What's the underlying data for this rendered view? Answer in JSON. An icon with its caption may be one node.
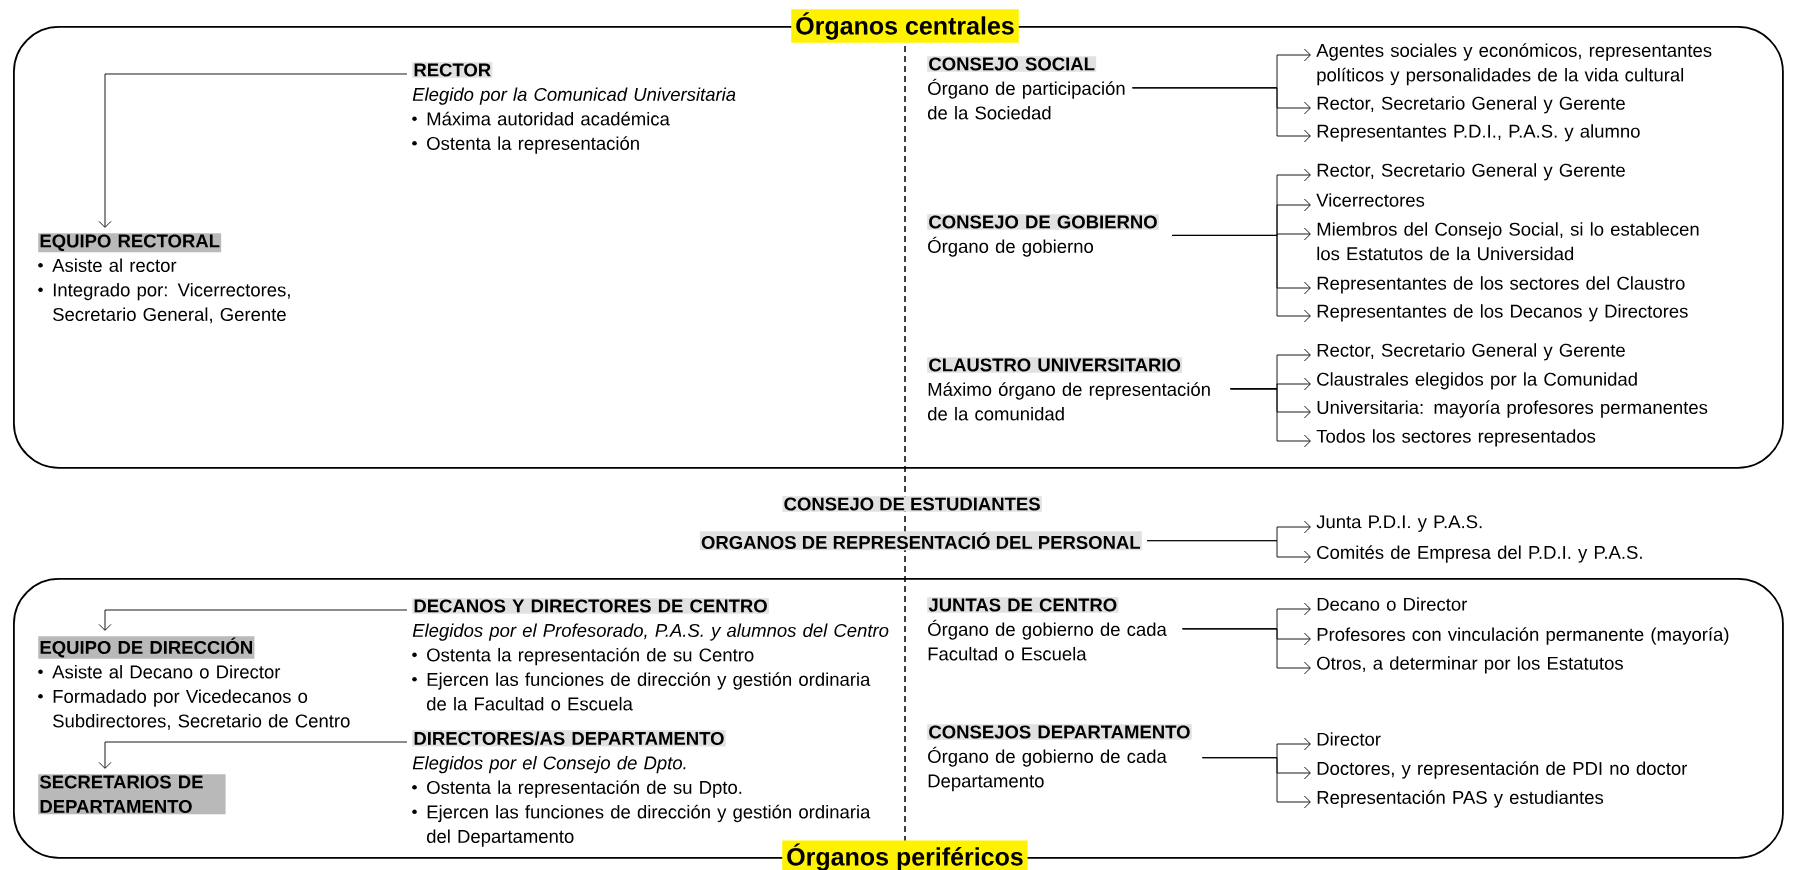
{
  "diagram": {
    "nodes": [
      {
        "text": [
          "Órganos centrales"
        ]
      },
      {
        "text": [
          "RECTOR",
          "Elegido por la Comunicad Universitaria",
          "Máxima autoridad académica",
          "Ostenta la representación"
        ],
        "in": 0
      },
      {
        "text": [
          "EQUIPO RECTORAL",
          "Asiste al rector",
          "Integrado por: Vicerrectores, Secretario General, Gerente"
        ],
        "in": 0
      },
      {
        "text": [
          "CONSEJO SOCIAL",
          "Órgano de participación de la Sociedad"
        ],
        "in": 0
      },
      {
        "text": [
          "Agentes sociales y económicos, representantes políticos y personalidades de la vida cultural"
        ],
        "in": 0
      },
      {
        "text": [
          "Rector, Secretario General y Gerente"
        ],
        "in": 0
      },
      {
        "text": [
          "Representantes P.D.I., P.A.S. y alumno"
        ],
        "in": 0
      },
      {
        "text": [
          "CONSEJO DE GOBIERNO",
          "Órgano de gobierno"
        ],
        "in": 0
      },
      {
        "text": [
          "Rector, Secretario General y Gerente"
        ],
        "in": 0
      },
      {
        "text": [
          "Vicerrectores"
        ],
        "in": 0
      },
      {
        "text": [
          "Miembros del Consejo Social, si lo establecen los Estatutos de la Universidad"
        ],
        "in": 0
      },
      {
        "text": [
          "Representantes de los sectores del Claustro"
        ],
        "in": 0
      },
      {
        "text": [
          "Representantes de los Decanos y Directores"
        ],
        "in": 0
      },
      {
        "text": [
          "CLAUSTRO UNIVERSITARIO",
          "Máximo órgano de representación de la comunidad"
        ],
        "in": 0
      },
      {
        "text": [
          "Rector, Secretario General y Gerente"
        ],
        "in": 0
      },
      {
        "text": [
          "Claustrales elegidos por la Comunidad"
        ],
        "in": 0
      },
      {
        "text": [
          "Universitaria: mayoría profesores permanentes"
        ],
        "in": 0
      },
      {
        "text": [
          "Todos los sectores representados"
        ],
        "in": 0
      },
      {
        "text": [
          "ORGANOS DE REPRESENTACIÓ DEL PERSONAL"
        ]
      },
      {
        "text": [
          "Junta P.D.I. y P.A.S."
        ]
      },
      {
        "text": [
          "Comités de Empresa del P.D.I. y P.A.S."
        ]
      },
      {
        "text": [
          "Órganos periféricos"
        ]
      },
      {
        "text": [
          "DECANOS Y DIRECTORES DE CENTRO",
          "Elegidos por el Profesorado, P.A.S. y alumnos del Centro",
          "Ostenta la representación de su Centro",
          "Ejercen las funciones de dirección y gestión ordinaria de la Facultad o Escuela"
        ],
        "in": 21
      },
      {
        "text": [
          "EQUIPO DE DIRECCIÓN",
          "Asiste al Decano o Director",
          "Formadado por Vicedecanos o Subdirectores, Secretario de Centro"
        ],
        "in": 21
      },
      {
        "text": [
          "DIRECTORES/AS DEPARTAMENTO",
          "Elegidos por el Consejo de Dpto.",
          "Ostenta la representación de su Dpto.",
          "Ejercen las funciones de dirección y gestión ordinaria del Departamento"
        ],
        "in": 21
      },
      {
        "text": [
          "SECRETARIOS DE DEPARTAMENTO"
        ],
        "in": 21
      },
      {
        "text": [
          "JUNTAS DE CENTRO",
          "Órgano de gobierno de cada Facultad o Escuela"
        ],
        "in": 21
      },
      {
        "text": [
          "Decano o Director"
        ],
        "in": 21
      },
      {
        "text": [
          "Profesores con vinculación permanente (mayoría)"
        ],
        "in": 21
      },
      {
        "text": [
          "Otros, a determinar por los Estatutos"
        ],
        "in": 21
      },
      {
        "text": [
          "CONSEJOS DEPARTAMENTO",
          "Órgano de gobierno de cada Departamento"
        ],
        "in": 21
      },
      {
        "text": [
          "Director"
        ],
        "in": 21
      },
      {
        "text": [
          "Doctores, y representación de PDI no doctor"
        ],
        "in": 21
      },
      {
        "text": [
          "Representación PAS y estudiantes"
        ],
        "in": 21
      }
    ],
    "edges": [
      {
        "from": 1,
        "to": 2,
        "arrow": "to"
      },
      {
        "from": 3,
        "to": 4,
        "arrow": "to"
      },
      {
        "from": 3,
        "to": 5,
        "arrow": "to"
      },
      {
        "from": 3,
        "to": 6,
        "arrow": "to"
      },
      {
        "from": 7,
        "to": 8,
        "arrow": "to"
      },
      {
        "from": 7,
        "to": 9,
        "arrow": "to"
      },
      {
        "from": 7,
        "to": 10,
        "arrow": "to"
      },
      {
        "from": 7,
        "to": 11,
        "arrow": "to"
      },
      {
        "from": 7,
        "to": 12,
        "arrow": "to"
      },
      {
        "from": 13,
        "to": 14,
        "arrow": "to"
      },
      {
        "from": 13,
        "to": 15,
        "arrow": "to"
      },
      {
        "from": 13,
        "to": 16,
        "arrow": "to"
      },
      {
        "from": 13,
        "to": 17,
        "arrow": "to"
      },
      {
        "from": 18,
        "to": 19,
        "arrow": "to"
      },
      {
        "from": 18,
        "to": 20,
        "arrow": "to"
      },
      {
        "from": 22,
        "to": 23,
        "arrow": "to"
      },
      {
        "from": 24,
        "to": 25,
        "arrow": "to"
      },
      {
        "from": 26,
        "to": 27,
        "arrow": "to"
      },
      {
        "from": 26,
        "to": 28,
        "arrow": "to"
      },
      {
        "from": 26,
        "to": 29,
        "arrow": "to"
      },
      {
        "from": 30,
        "to": 31,
        "arrow": "to"
      },
      {
        "from": 30,
        "to": 32,
        "arrow": "to"
      },
      {
        "from": 30,
        "to": 33,
        "arrow": "to"
      }
    ],
    "labels": [
      "CONSEJO DE ESTUDIANTES"
    ]
  }
}
